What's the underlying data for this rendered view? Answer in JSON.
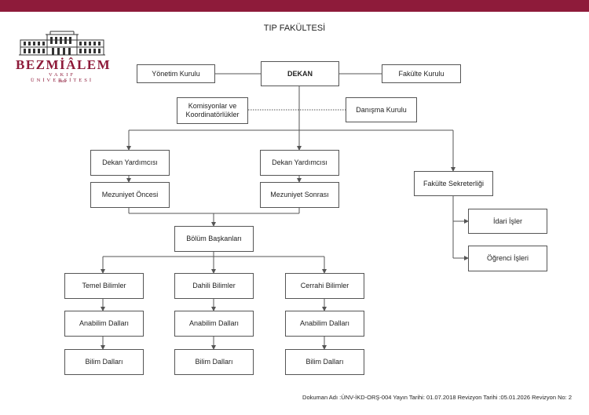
{
  "page": {
    "title": "TIP FAKÜLTESİ"
  },
  "logo": {
    "name": "BEZMİÂLEM",
    "subtitle": "VAKIF ÜNİVERSİTESİ",
    "year": "1845"
  },
  "colors": {
    "brand": "#8e1b3a",
    "line": "#555555"
  },
  "nodes": {
    "yonetim_kurulu": "Yönetim Kurulu",
    "dekan": "DEKAN",
    "fakulte_kurulu": "Fakülte Kurulu",
    "komisyonlar": "Komisyonlar ve Koordinatörlükler",
    "danisma_kurulu": "Danışma Kurulu",
    "dekan_yardimcisi_1": "Dekan Yardımcısı",
    "dekan_yardimcisi_2": "Dekan Yardımcısı",
    "mezuniyet_oncesi": "Mezuniyet Öncesi",
    "mezuniyet_sonrasi": "Mezuniyet Sonrası",
    "fakulte_sekreterligi": "Fakülte Sekreterliği",
    "idari_isler": "İdari İşler",
    "ogrenci_isleri": "Öğrenci İşleri",
    "bolum_baskanlari": "Bölüm Başkanları",
    "temel_bilimler": "Temel Bilimler",
    "dahili_bilimler": "Dahili Bilimler",
    "cerrahi_bilimler": "Cerrahi Bilimler",
    "anabilim_1": "Anabilim Dalları",
    "anabilim_2": "Anabilim Dalları",
    "anabilim_3": "Anabilim Dalları",
    "bilim_1": "Bilim Dalları",
    "bilim_2": "Bilim Dalları",
    "bilim_3": "Bilim Dalları"
  },
  "footer": "Dokuman Adı :ÜNV-İKD-ORŞ-004 Yayın Tarihi: 01.07.2018 Revizyon Tarihi :05.01.2026 Revizyon No: 2"
}
